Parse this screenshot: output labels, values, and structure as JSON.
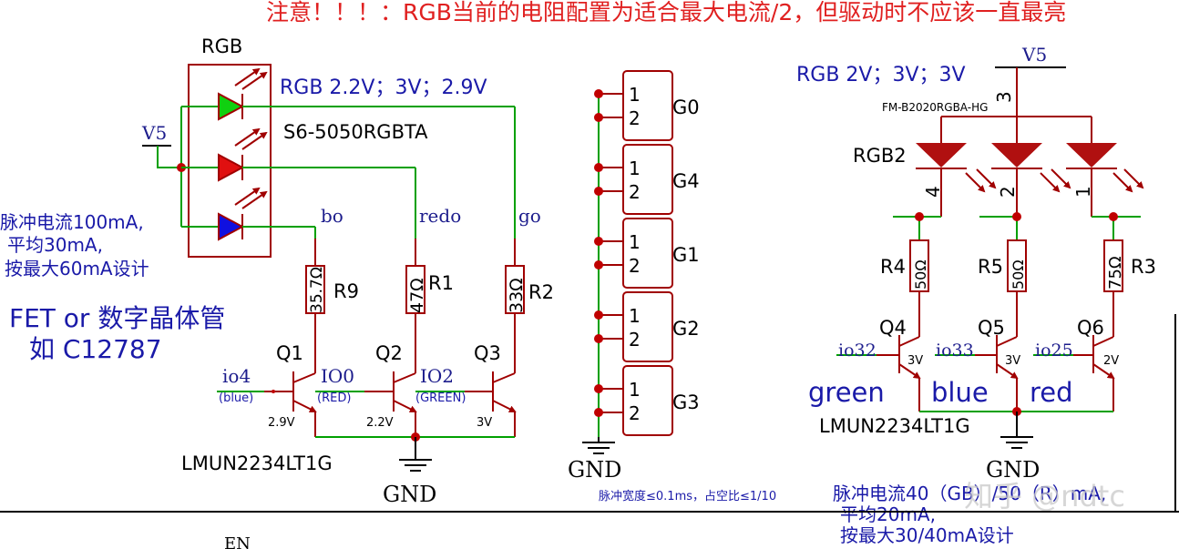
{
  "notice": "注意！！！：RGB当前的电阻配置为适合最大电流/2，但驱动时不应该一直最亮",
  "left": {
    "rgb_title": "RGB",
    "rgb_voltages": "RGB 2.2V；3V；2.9V",
    "led_part": "S6-5050RGBTA",
    "v5": "V5",
    "current_notes": [
      "脉冲电流100mA,",
      "平均30mA,",
      "按最大60mA设计"
    ],
    "fet_note": [
      "FET or 数字晶体管",
      "如 C12787"
    ],
    "nets": {
      "bo": "bo",
      "redo": "redo",
      "go": "go"
    },
    "resistors": [
      {
        "ref": "R9",
        "value": "35.7Ω"
      },
      {
        "ref": "R1",
        "value": "47Ω"
      },
      {
        "ref": "R2",
        "value": "33Ω"
      }
    ],
    "transistors": [
      {
        "ref": "Q1",
        "input": "io4",
        "color": "(blue)",
        "voltage": "2.9V"
      },
      {
        "ref": "Q2",
        "input": "IO0",
        "color": "(RED)",
        "voltage": "2.2V"
      },
      {
        "ref": "Q3",
        "input": "IO2",
        "color": "(GREEN)",
        "voltage": "3V"
      }
    ],
    "part": "LMUN2234LT1G",
    "gnd": "GND"
  },
  "middle": {
    "connectors": [
      {
        "label": "G0",
        "pins": [
          "1",
          "2"
        ]
      },
      {
        "label": "G4",
        "pins": [
          "1",
          "2"
        ]
      },
      {
        "label": "G1",
        "pins": [
          "1",
          "2"
        ]
      },
      {
        "label": "G2",
        "pins": [
          "1",
          "2"
        ]
      },
      {
        "label": "G3",
        "pins": [
          "1",
          "2"
        ]
      }
    ],
    "gnd": "GND",
    "pulse_note": "脉冲宽度≤0.1ms，占空比≤1/10"
  },
  "right": {
    "rgb_voltages": "RGB 2V；3V；3V",
    "v5": "V5",
    "led_part": "FM-B2020RGBA-HG",
    "led_ref": "RGB2",
    "pin_common": "3",
    "pins": [
      "4",
      "2",
      "1"
    ],
    "resistors": [
      {
        "ref": "R4",
        "value": "50Ω"
      },
      {
        "ref": "R5",
        "value": "50Ω"
      },
      {
        "ref": "R3",
        "value": "75Ω"
      }
    ],
    "transistors": [
      {
        "ref": "Q4",
        "input": "io32",
        "voltage": "3V",
        "color": "green"
      },
      {
        "ref": "Q5",
        "input": "io33",
        "voltage": "3V",
        "color": "blue"
      },
      {
        "ref": "Q6",
        "input": "io25",
        "voltage": "2V",
        "color": "red"
      }
    ],
    "part": "LMUN2234LT1G",
    "gnd": "GND",
    "current_notes": [
      "脉冲电流40（GB）/50（R）mA,",
      "平均20mA,",
      "按最大30/40mA设计"
    ],
    "watermark": "知乎 @ndtc"
  },
  "bottom_label": "EN"
}
